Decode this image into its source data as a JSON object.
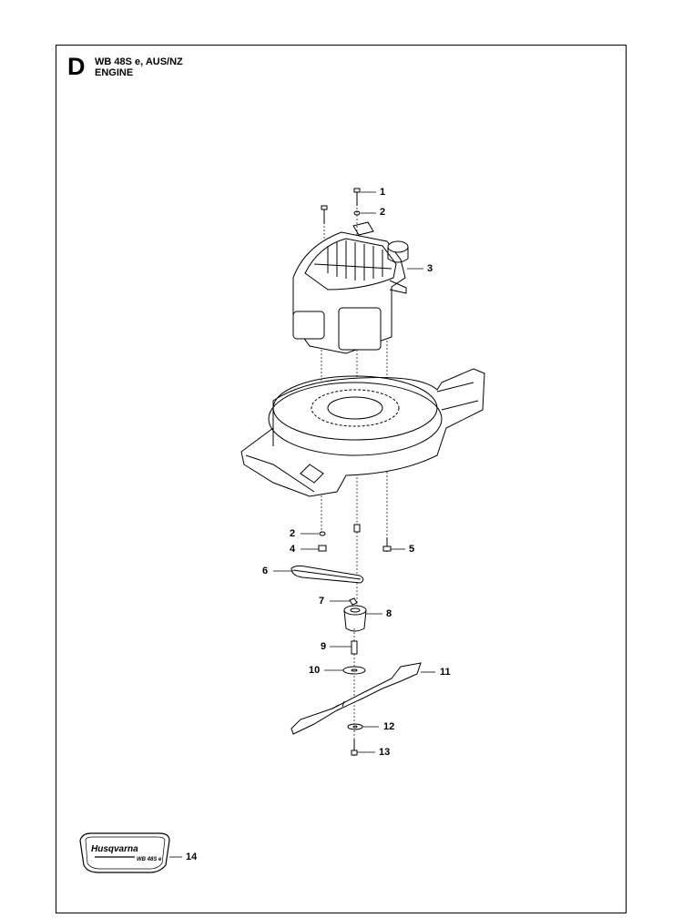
{
  "header": {
    "section_letter": "D",
    "model": "WB 48S e, AUS/NZ",
    "assembly": "ENGINE"
  },
  "callouts": [
    {
      "id": "1",
      "label": "1"
    },
    {
      "id": "2a",
      "label": "2"
    },
    {
      "id": "3",
      "label": "3"
    },
    {
      "id": "2b",
      "label": "2"
    },
    {
      "id": "4",
      "label": "4"
    },
    {
      "id": "5",
      "label": "5"
    },
    {
      "id": "6",
      "label": "6"
    },
    {
      "id": "7",
      "label": "7"
    },
    {
      "id": "8",
      "label": "8"
    },
    {
      "id": "9",
      "label": "9"
    },
    {
      "id": "10",
      "label": "10"
    },
    {
      "id": "11",
      "label": "11"
    },
    {
      "id": "12",
      "label": "12"
    },
    {
      "id": "13",
      "label": "13"
    },
    {
      "id": "14",
      "label": "14"
    }
  ],
  "decal": {
    "brand": "Husqvarna",
    "model": "WB 48S e"
  }
}
